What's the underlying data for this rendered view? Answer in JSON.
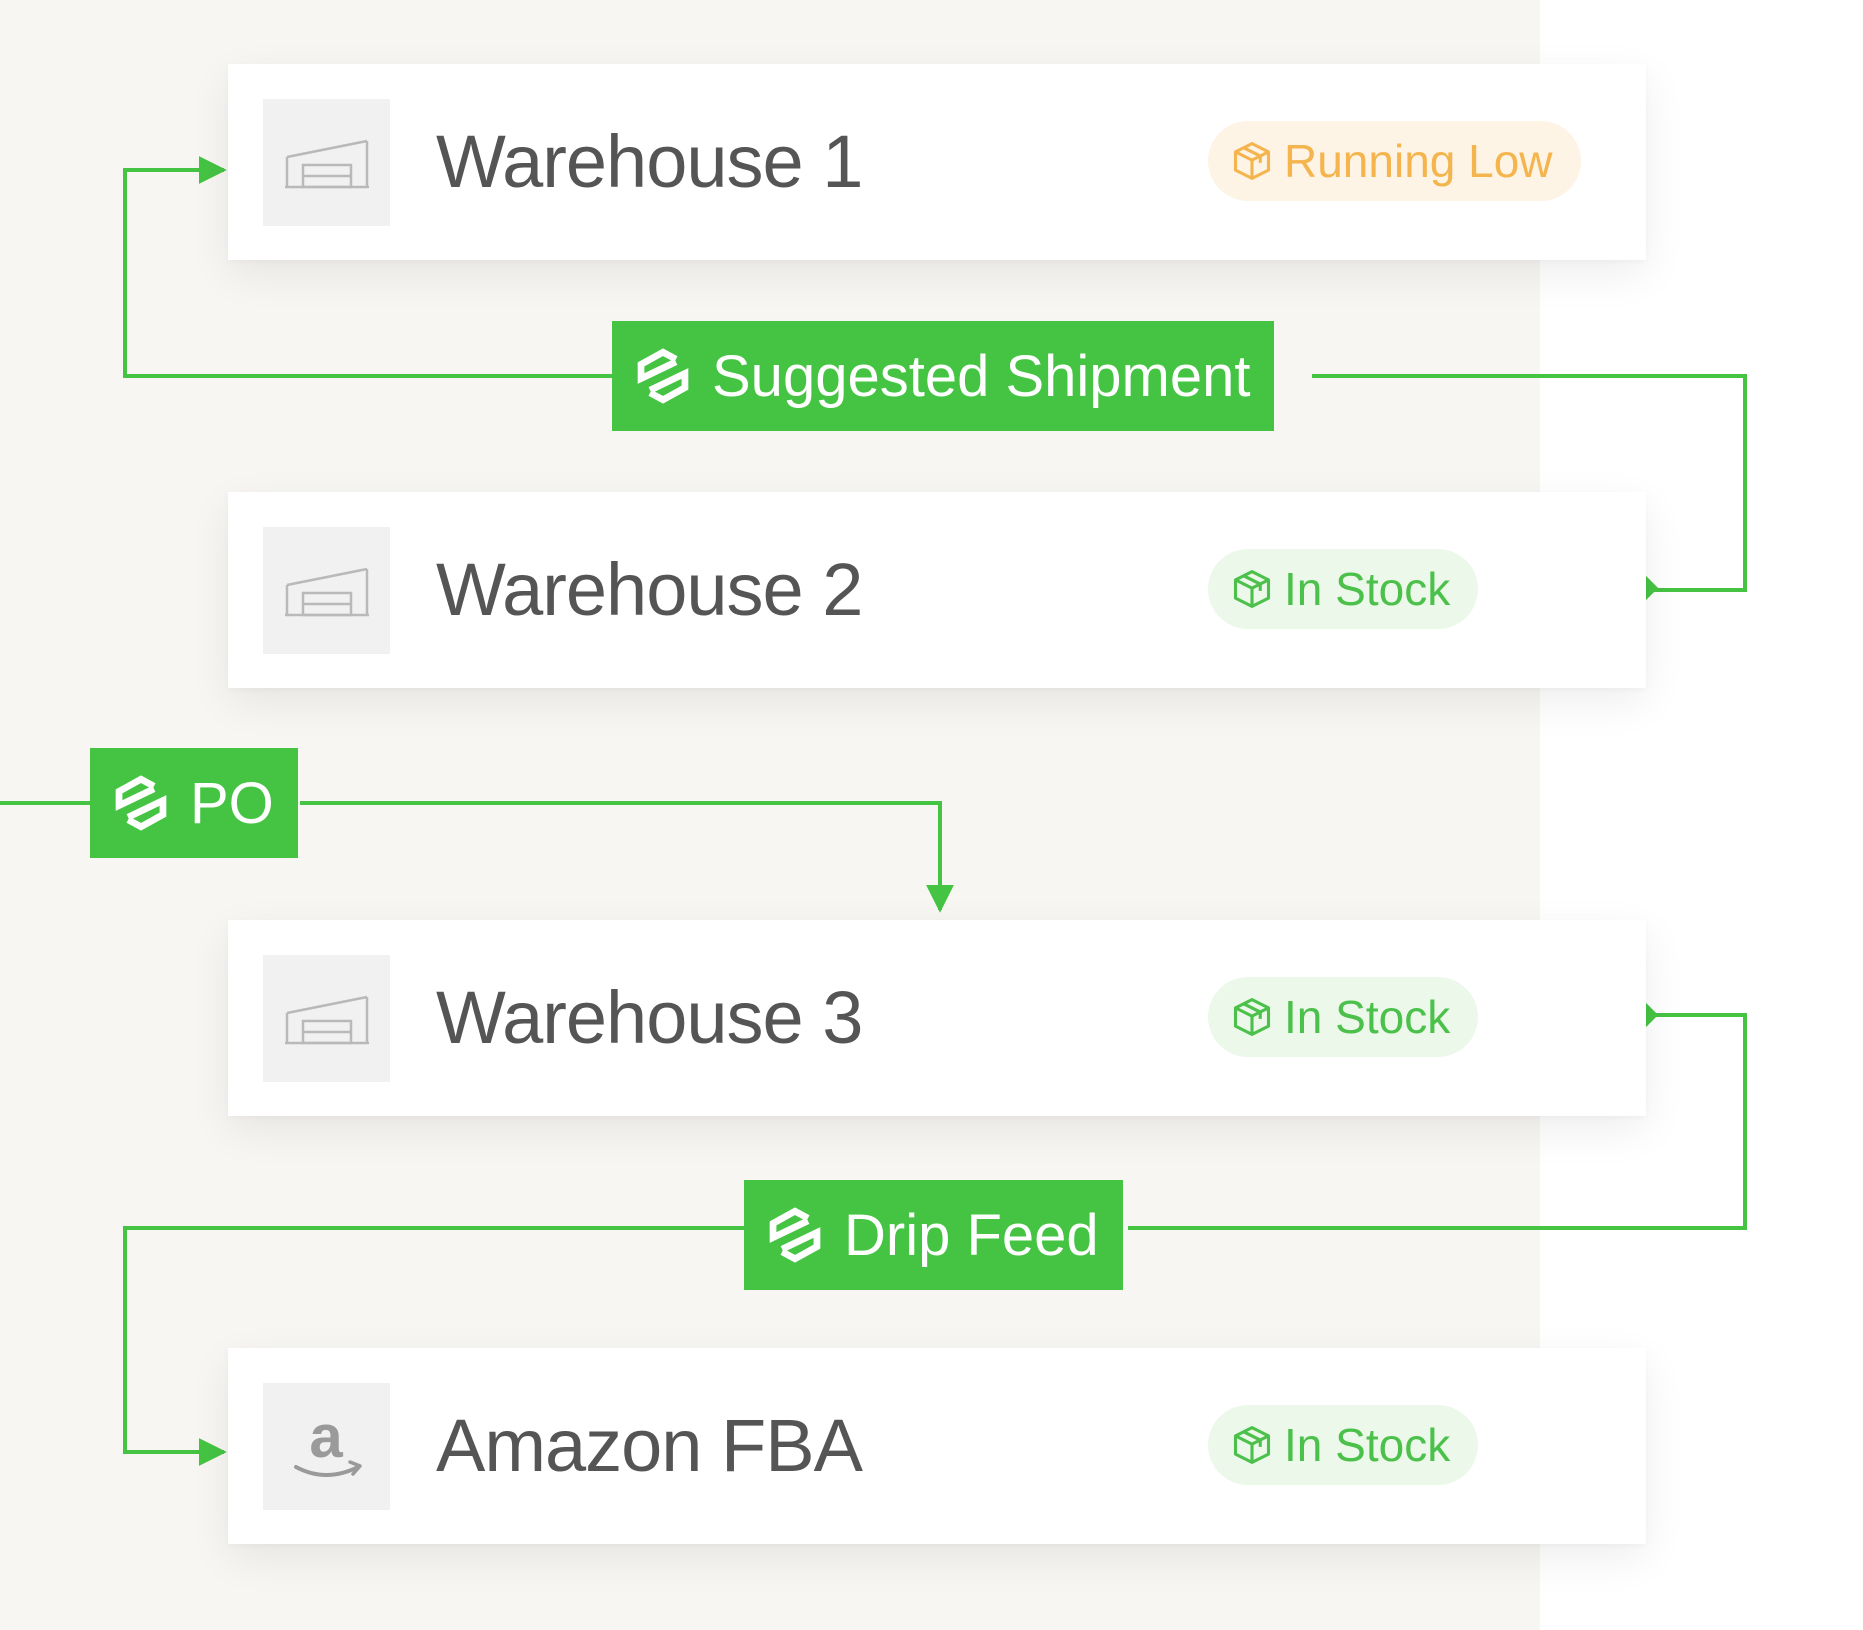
{
  "nodes": [
    {
      "id": "warehouse-1",
      "title": "Warehouse 1",
      "icon": "warehouse-icon",
      "status": "Running Low",
      "status_icon": "box-icon",
      "status_color": "#f4b54e",
      "status_bg": "#fdf4e6"
    },
    {
      "id": "warehouse-2",
      "title": "Warehouse 2",
      "icon": "warehouse-icon",
      "status": "In Stock",
      "status_icon": "box-icon",
      "status_color": "#4bc14b",
      "status_bg": "#ecf8ea"
    },
    {
      "id": "warehouse-3",
      "title": "Warehouse 3",
      "icon": "warehouse-icon",
      "status": "In Stock",
      "status_icon": "box-icon",
      "status_color": "#4bc14b",
      "status_bg": "#ecf8ea"
    },
    {
      "id": "amazon-fba",
      "title": "Amazon FBA",
      "icon": "amazon-logo-icon",
      "status": "In Stock",
      "status_icon": "box-icon",
      "status_color": "#4bc14b",
      "status_bg": "#ecf8ea"
    }
  ],
  "edges": [
    {
      "label": "Suggested Shipment",
      "icon": "brand-s-icon",
      "from": "warehouse-2",
      "to": "warehouse-1"
    },
    {
      "label": "PO",
      "icon": "brand-s-icon",
      "from": "external",
      "to": "warehouse-3"
    },
    {
      "label": "Drip Feed",
      "icon": "brand-s-icon",
      "from": "warehouse-3",
      "to": "amazon-fba"
    }
  ],
  "colors": {
    "accent": "#45c443",
    "background_panel": "#f7f6f3",
    "card": "#ffffff",
    "text": "#555555"
  }
}
